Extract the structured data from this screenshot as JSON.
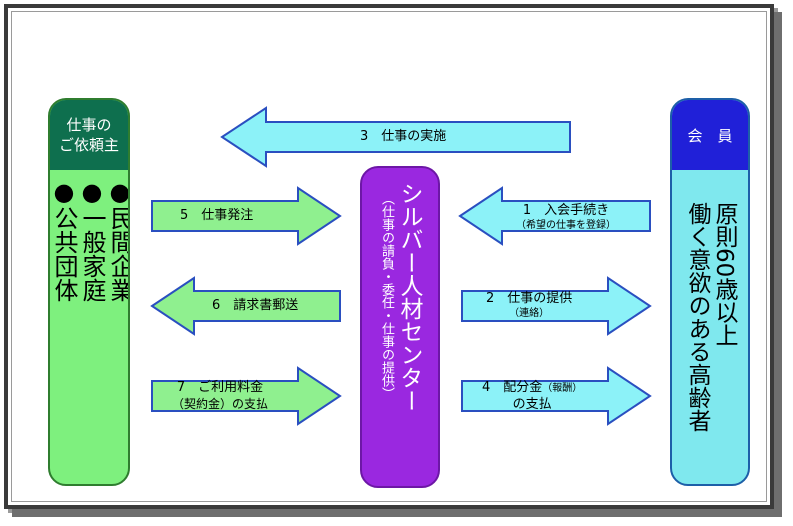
{
  "client": {
    "title_line1": "仕事の",
    "title_line2": "ご依頼主",
    "col1": "●民間企業",
    "col2": "●一般家庭",
    "col3": "●公共団体"
  },
  "member": {
    "title": "会　員",
    "col1": "原則60歳以上",
    "col2": "働く意欲のある高齢者"
  },
  "center": {
    "name": "シルバー人材センター",
    "sub": "（仕事の請負・委任・仕事の提供）"
  },
  "arrows": {
    "a3": {
      "label": "3　仕事の実施"
    },
    "a1": {
      "label": "1　入会手続き",
      "sub": "（希望の仕事を登録）"
    },
    "a5": {
      "label": "5　仕事発注"
    },
    "a2": {
      "label": "2　仕事の提供",
      "sub": "（連絡）"
    },
    "a6": {
      "label": "6　請求書郵送"
    },
    "a7": {
      "label": "7　ご利用料金",
      "sub": "（契約金）の支払"
    },
    "a4": {
      "label": "4　配分金",
      "sub_inline": "（報酬）",
      "line2": "の支払"
    }
  },
  "colors": {
    "green_arrow": "#8ff08f",
    "cyan_arrow": "#8cf2f8",
    "center": "#9a28e0",
    "client_head": "#0e6f4e",
    "member_head": "#2020d8"
  }
}
